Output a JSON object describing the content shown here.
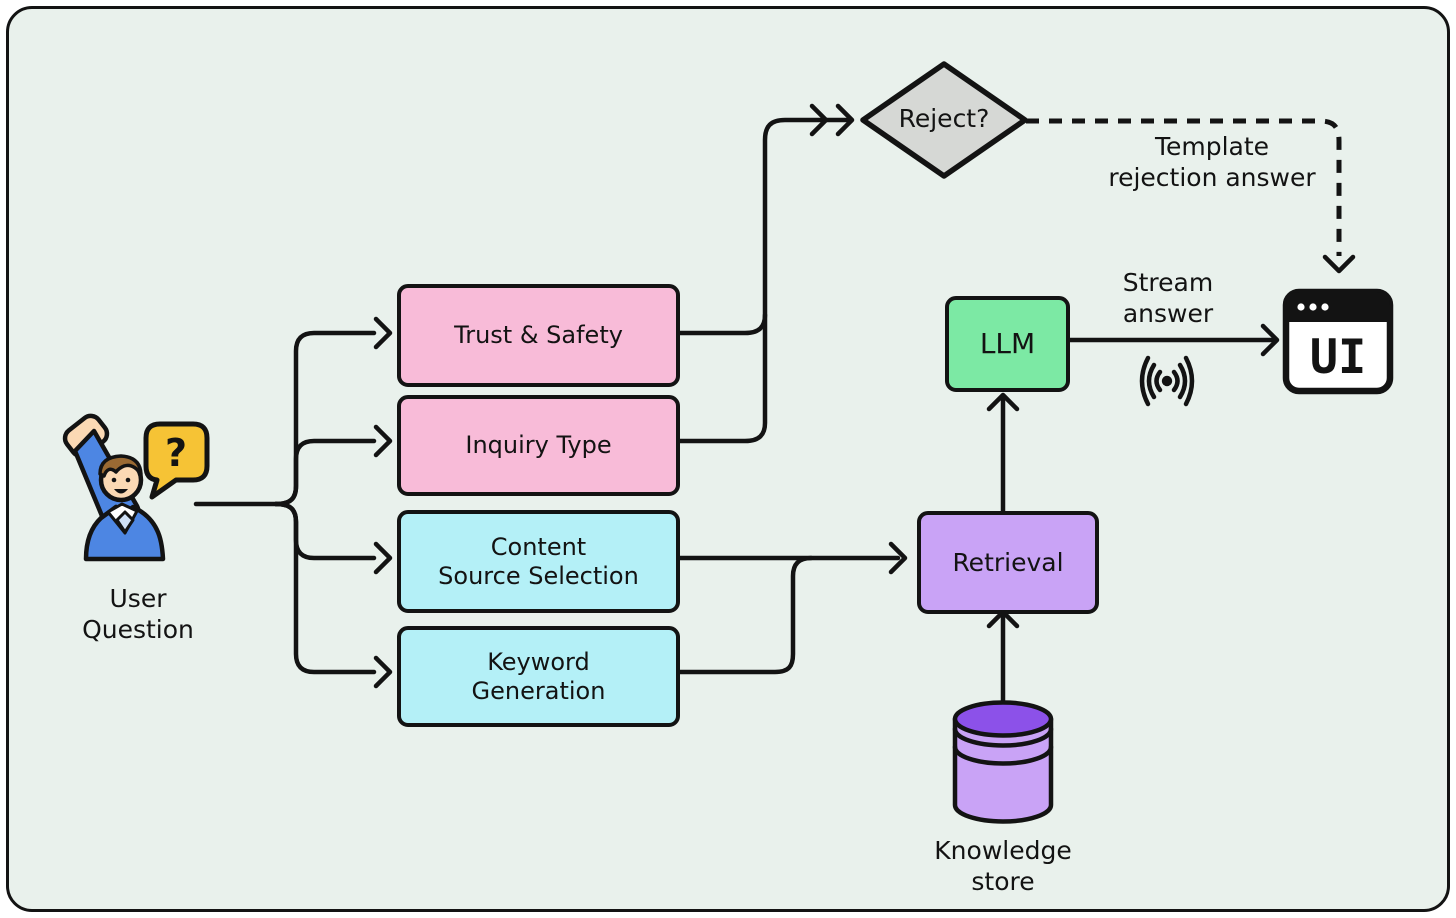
{
  "colors": {
    "background": "#e9f1ec",
    "outside": "#ffffff",
    "stroke": "#131313",
    "pink": "#f8bbd8",
    "cyan": "#b4f0f7",
    "green": "#7ce9a4",
    "purple": "#c9a3f6",
    "purple_dark": "#8c51e9",
    "gray": "#d6d8d5",
    "yellow": "#f6c335",
    "blue": "#4d86e3",
    "light_blue": "#cfe0f5",
    "skin": "#fbd9b4",
    "hair": "#9a6a33",
    "white": "#ffffff"
  },
  "nodes": {
    "user": {
      "label": "User\nQuestion"
    },
    "trust_safety": {
      "label": "Trust & Safety"
    },
    "inquiry_type": {
      "label": "Inquiry Type"
    },
    "content_source": {
      "label": "Content\nSource Selection"
    },
    "keyword_generation": {
      "label": "Keyword\nGeneration"
    },
    "reject": {
      "label": "Reject?"
    },
    "llm": {
      "label": "LLM"
    },
    "retrieval": {
      "label": "Retrieval"
    },
    "knowledge_store": {
      "label": "Knowledge\nstore"
    },
    "ui": {
      "label": "UI"
    }
  },
  "edge_labels": {
    "template_rejection": "Template\nrejection answer",
    "stream_answer": "Stream\nanswer"
  },
  "icons": {
    "question_mark": "?"
  }
}
